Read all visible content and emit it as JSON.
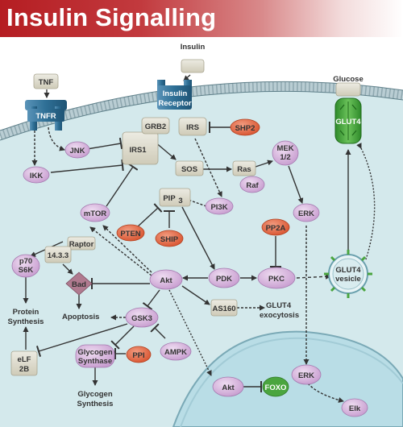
{
  "title": "Insulin Signalling",
  "colors": {
    "banner": "#b51d22",
    "cell": "#d4e9ec",
    "nucleus": "#b9dde6",
    "receptor": "#2e6f95",
    "protein": "#d8b4dd",
    "kinase_box": "#d9d5c4",
    "inhibitor": "#e06a4a",
    "glut4": "#4aa53f"
  },
  "nodes": {
    "insulin": "Insulin",
    "insulin_receptor_1": "Insulin",
    "insulin_receptor_2": "Receptor",
    "glucose": "Glucose",
    "tnf": "TNF",
    "tnfr": "TNFR",
    "glut4_membrane": "GLUT4",
    "jnk": "JNK",
    "irs1": "IRS1",
    "grb2": "GRB2",
    "irs": "IRS",
    "shp2": "SHP2",
    "ikk": "IKK",
    "sos": "SOS",
    "ras": "Ras",
    "raf": "Raf",
    "mek_1": "MEK",
    "mek_2": "1/2",
    "pip3": "PIP",
    "pip3_sub": "3",
    "pi3k": "PI3K",
    "mtor": "mTOR",
    "raptor": "Raptor",
    "pten": "PTEN",
    "ship": "SHIP",
    "erk_top": "ERK",
    "pp2a": "PP2A",
    "p70_1": "p70",
    "p70_2": "S6K",
    "protein_1433": "14.3.3",
    "bad": "Bad",
    "akt": "Akt",
    "pdk": "PDK",
    "pkc": "PKC",
    "glut4_vesicle_1": "GLUT4",
    "glut4_vesicle_2": "vesicle",
    "as160": "AS160",
    "glut4_exo_1": "GLUT4",
    "glut4_exo_2": "exocytosis",
    "apoptosis": "Apoptosis",
    "protein_synthesis_1": "Protein",
    "protein_synthesis_2": "Synthesis",
    "gsk3": "GSK3",
    "elf2b_1": "eLF",
    "elf2b_2": "2B",
    "glycogen_synthase_1": "Glycogen",
    "glycogen_synthase_2": "Synthase",
    "ppi": "PPI",
    "ampk": "AMPK",
    "glycogen_synthesis_1": "Glycogen",
    "glycogen_synthesis_2": "Synthesis",
    "akt_nuclear": "Akt",
    "foxo": "FOXO",
    "erk_nuclear": "ERK",
    "elk": "Elk"
  }
}
